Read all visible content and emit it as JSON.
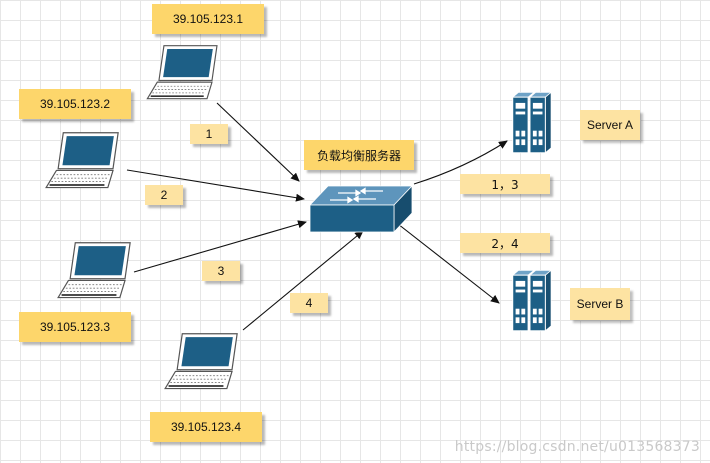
{
  "diagram": {
    "clients": [
      {
        "ip": "39.105.123.1"
      },
      {
        "ip": "39.105.123.2"
      },
      {
        "ip": "39.105.123.3"
      },
      {
        "ip": "39.105.123.4"
      }
    ],
    "load_balancer": {
      "label": "负载均衡服务器"
    },
    "request_labels": [
      "1",
      "2",
      "3",
      "4"
    ],
    "route_labels": {
      "to_server_a": "1，3",
      "to_server_b": "2，4"
    },
    "servers": [
      {
        "label": "Server A"
      },
      {
        "label": "Server B"
      }
    ],
    "colors": {
      "device_blue": "#1d5f86",
      "note_yellow": "#fdd66b",
      "note_light": "#fde3a2",
      "arrow": "#111111"
    },
    "icons": [
      "laptop-icon",
      "network-switch-icon",
      "server-rack-icon"
    ]
  },
  "watermark": "https://blog.csdn.net/u013568373"
}
